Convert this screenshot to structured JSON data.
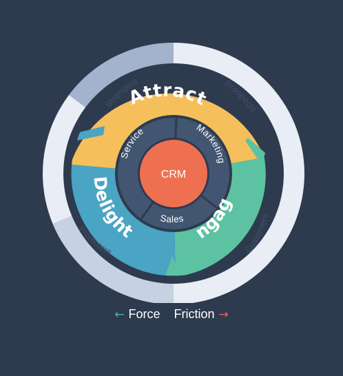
{
  "colors": {
    "background": "#2e3a4e",
    "outer_ring_light": "#e9edf5",
    "outer_ring_dark": "#a3b3cd",
    "attract": "#f5bf5b",
    "engage": "#5cc2a2",
    "delight": "#4aa4c3",
    "inner_ring": "#425671",
    "crm": "#ef7050",
    "force": "#4fb7a0",
    "friction": "#ee6555"
  },
  "outer_ring": {
    "labels": [
      "Strangers",
      "Prospects",
      "Customers",
      "Promoters"
    ]
  },
  "stages": {
    "attract": "Attract",
    "engage": "Engage",
    "delight": "Delight"
  },
  "inner_ring": {
    "labels": [
      "Service",
      "Marketing",
      "Sales"
    ]
  },
  "center": {
    "label": "CRM"
  },
  "legend": {
    "force_arrow": "←",
    "force_label": "Force",
    "friction_label": "Friction",
    "friction_arrow": "→"
  }
}
